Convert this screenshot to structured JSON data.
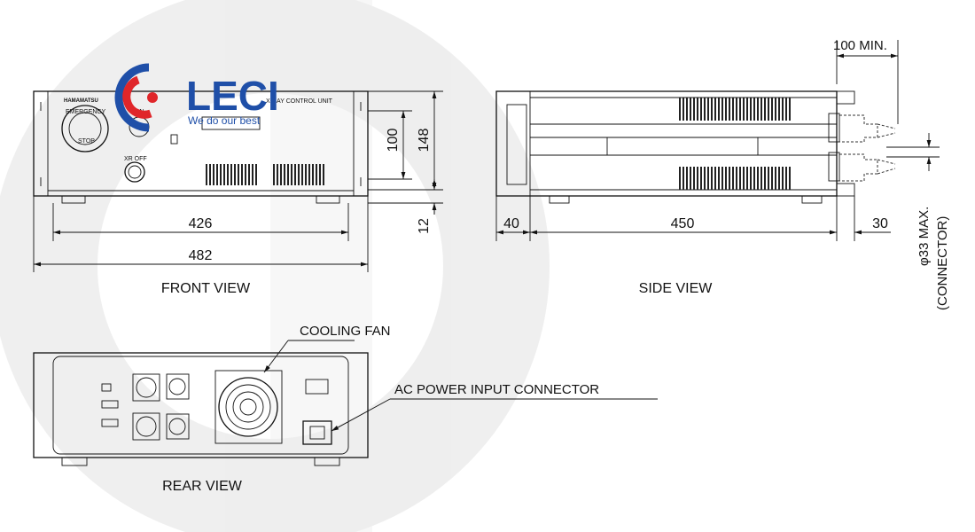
{
  "logo": {
    "brand": "LECI",
    "tagline": "We do our best",
    "colors": {
      "red": "#e0262a",
      "blue": "#1f4fa8"
    }
  },
  "front_view": {
    "title": "FRONT VIEW",
    "manufacturer_plate": "HAMAMATSU",
    "unit_label": "X-RAY CONTROL UNIT",
    "emergency_label": "EMERGENCY",
    "stop_label": "STOP",
    "xr_on_label": "ON",
    "xr_off_label": "XR OFF",
    "dims": {
      "height": "148",
      "inner_height": "100",
      "foot": "12",
      "inner_width": "426",
      "width": "482"
    }
  },
  "side_view": {
    "title": "SIDE VIEW",
    "dims": {
      "front": "40",
      "depth": "450",
      "rear": "30",
      "clearance": "100 MIN.",
      "connector_max": "φ33 MAX.",
      "connector_note": "(CONNECTOR)"
    }
  },
  "rear_view": {
    "title": "REAR VIEW",
    "cooling_fan_label": "COOLING FAN",
    "ac_power_label": "AC POWER INPUT CONNECTOR"
  }
}
